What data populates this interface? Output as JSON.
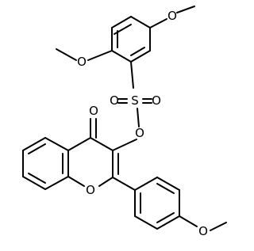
{
  "diagram": {
    "type": "chemical-structure",
    "atoms": {
      "o_methoxy_top_right": "O",
      "o_methoxy_left_aryl": "O",
      "o_sulfonyl_left": "O",
      "sulfur": "S",
      "o_sulfonyl_right": "O",
      "o_ester": "O",
      "o_carbonyl": "O",
      "o_ring": "O",
      "o_methoxy_bottom_right": "O"
    },
    "colors": {
      "stroke": "#000000",
      "background": "#ffffff"
    }
  }
}
